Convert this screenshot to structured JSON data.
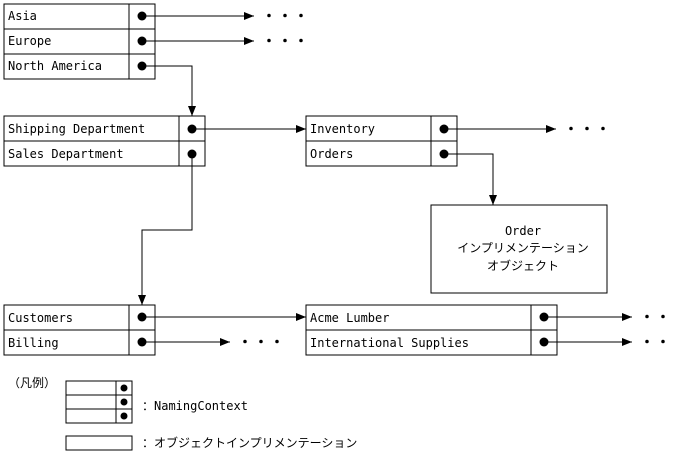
{
  "contexts": {
    "regions": [
      "Asia",
      "Europe",
      "North America"
    ],
    "departments": [
      "Shipping Department",
      "Sales Department"
    ],
    "shipping": [
      "Inventory",
      "Orders"
    ],
    "sales": [
      "Customers",
      "Billing"
    ],
    "customers": [
      "Acme Lumber",
      "International Supplies"
    ]
  },
  "ellipsis": "・・・",
  "order_object": {
    "line1": "Order",
    "line2": "インプリメンテーション",
    "line3": "オブジェクト"
  },
  "legend": {
    "title": "（凡例）",
    "naming_context": "：NamingContext",
    "object_impl": "：オブジェクトインプリメンテーション"
  }
}
